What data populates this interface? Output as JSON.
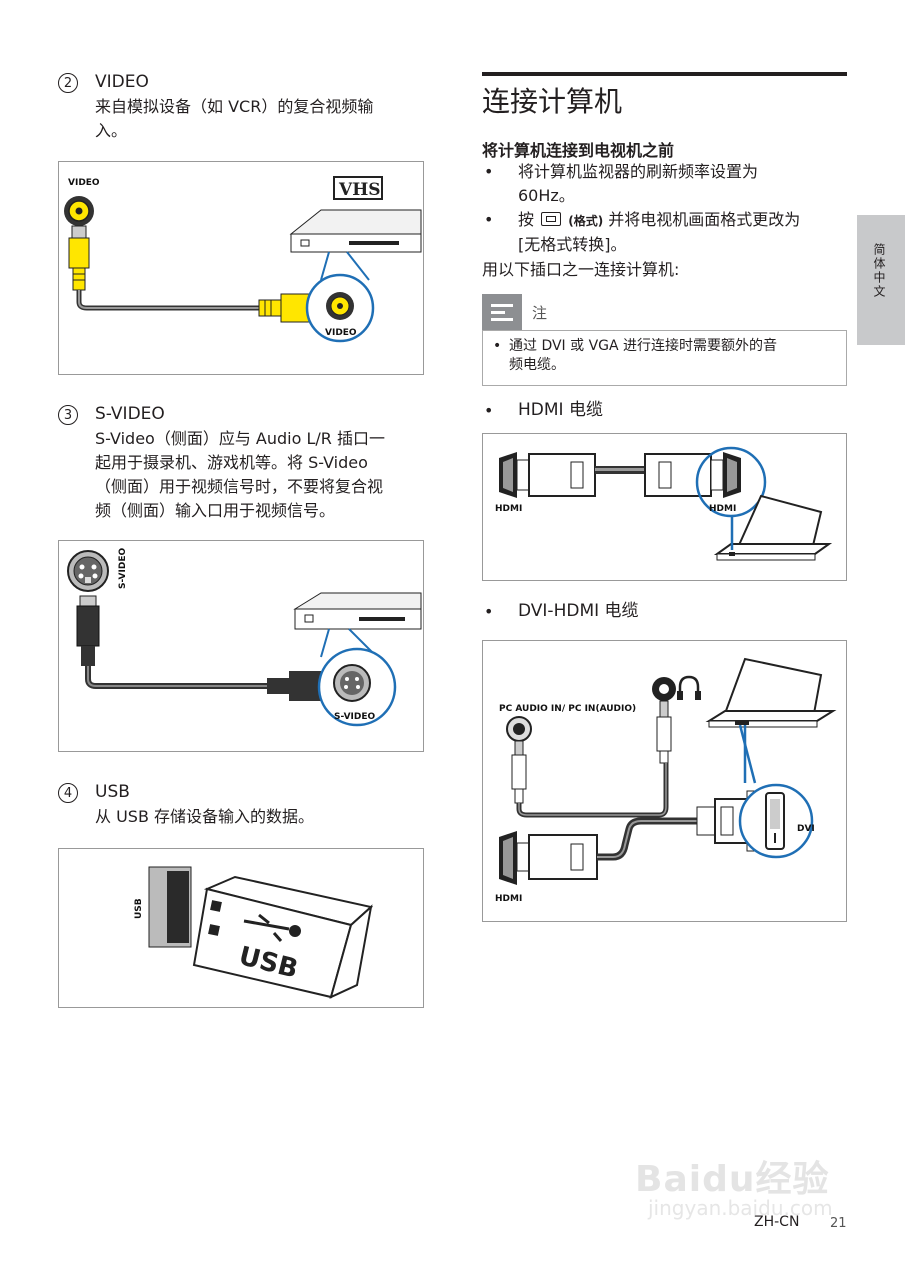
{
  "left": {
    "s2": {
      "num": "2",
      "title": "VIDEO",
      "lines": [
        "来自模拟设备（如 VCR）的复合视频输",
        "入。"
      ]
    },
    "fig_video": {
      "label_top": "VIDEO",
      "label_vhs": "VHS",
      "label_port": "VIDEO"
    },
    "s3": {
      "num": "3",
      "title": "S-VIDEO",
      "lines": [
        "S-Video（侧面）应与 Audio L/R 插口一",
        "起用于摄录机、游戏机等。将 S-Video",
        "（侧面）用于视频信号时，不要将复合视",
        "频（侧面）输入口用于视频信号。"
      ]
    },
    "fig_svideo": {
      "label_side": "S-VIDEO",
      "label_port": "S-VIDEO"
    },
    "s4": {
      "num": "4",
      "title": "USB",
      "lines": [
        "从 USB 存储设备输入的数据。"
      ]
    },
    "fig_usb": {
      "label_side": "USB",
      "label_logo": "USB"
    }
  },
  "right": {
    "title": "连接计算机",
    "subheading": "将计算机连接到电视机之前",
    "bullets": [
      {
        "lines": [
          "将计算机监视器的刷新频率设置为",
          "60Hz。"
        ]
      },
      {
        "prefix": "按",
        "icon_label": "(格式)",
        "rest": "并将电视机画面格式更改为",
        "line2": "[无格式转换]。"
      }
    ],
    "connect_line": "用以下插口之一连接计算机:",
    "note": {
      "title": "注",
      "lines": [
        "通过 DVI 或 VGA 进行连接时需要额外的音",
        "频电缆。"
      ]
    },
    "hdmi": {
      "bullet": "HDMI 电缆",
      "label_left": "HDMI",
      "label_right": "HDMI"
    },
    "dvi": {
      "bullet": "DVI-HDMI 电缆",
      "label_audio": "PC AUDIO IN/ PC IN(AUDIO)",
      "label_dvi": "DVI",
      "label_hdmi": "HDMI"
    }
  },
  "side_tab": "简体中文",
  "footer": {
    "code": "ZH-CN",
    "page": "21"
  },
  "watermark": {
    "main": "Baidu经验",
    "sub": "jingyan.baidu.com"
  },
  "colors": {
    "text": "#231f20",
    "cable_yellow": "#ffe600",
    "highlight_blue": "#1f6fb5",
    "tab_gray": "#c8c9cb"
  }
}
